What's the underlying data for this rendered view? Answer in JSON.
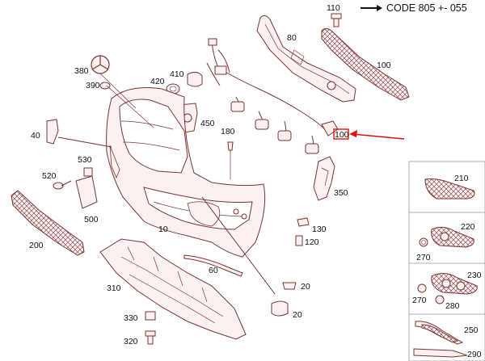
{
  "legend": {
    "code_text": "CODE 805 +- 055"
  },
  "colors": {
    "line": "#7a3434",
    "fill": "#fbf1f1",
    "highlight": "#e01010",
    "panel_bg": "#f6f6f6"
  },
  "labels": {
    "p10": "10",
    "p20": "20",
    "p40": "40",
    "p60": "60",
    "p80": "80",
    "p100_top": "100",
    "p100_callout": "100",
    "p110": "110",
    "p120": "120",
    "p130": "130",
    "p180": "180",
    "p200": "200",
    "p210": "210",
    "p220": "220",
    "p230": "230",
    "p250": "250",
    "p270a": "270",
    "p270b": "270",
    "p280": "280",
    "p290": "290",
    "p310": "310",
    "p320": "320",
    "p330": "330",
    "p350": "350",
    "p380": "380",
    "p390": "390",
    "p410": "410",
    "p420": "420",
    "p450": "450",
    "p500": "500",
    "p520": "520",
    "p530": "530"
  },
  "icons": [
    "arrow-right-icon",
    "bolt-icon",
    "star-emblem-icon"
  ]
}
